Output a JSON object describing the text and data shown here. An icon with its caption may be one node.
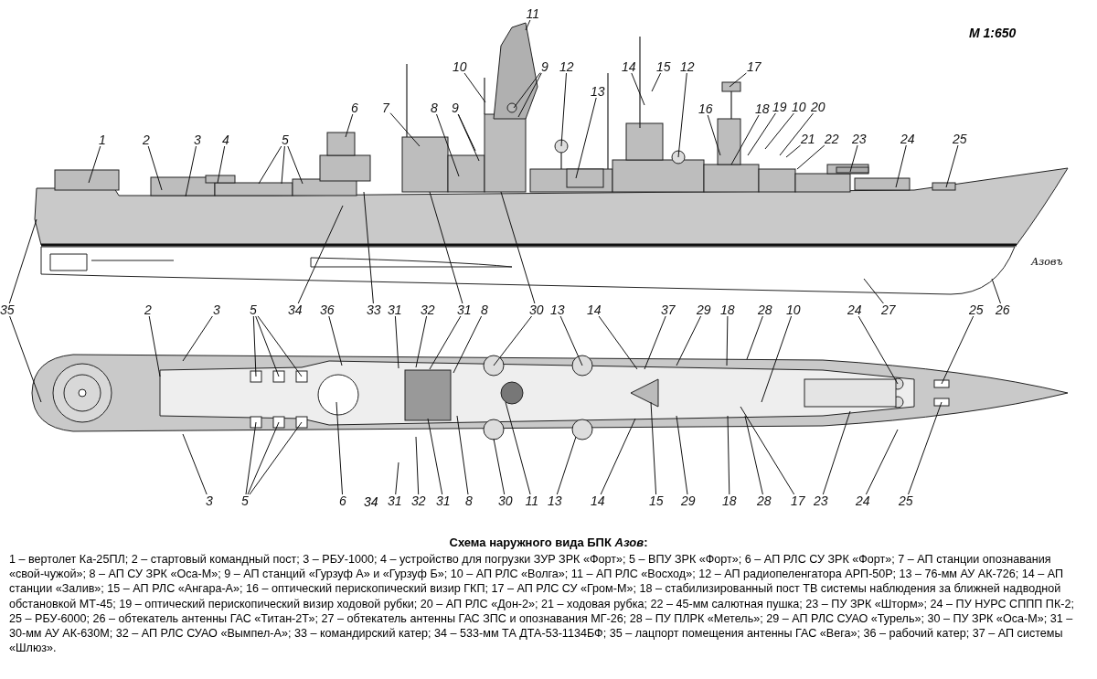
{
  "diagram": {
    "title": "Схема наружного вида БПК *Азов*:",
    "caption": "1 – вертолет Ка-25ПЛ; 2 – стартовый командный пост; 3 – РБУ-1000; 4 – устройство для погрузки ЗУР ЗРК «Форт»; 5 – ВПУ ЗРК «Форт»; 6 – АП РЛС СУ ЗРК «Форт»; 7 – АП станции опознавания «свой-чужой»; 8 – АП СУ ЗРК «Оса-М»; 9 – АП станций «Гурзуф А» и «Гурзуф Б»; 10 – АП РЛС «Волга»; 11 – АП РЛС «Восход»; 12 – АП радиопеленгатора АРП-50Р; 13 – 76-мм АУ АК-726; 14 – АП станции «Залив»; 15 – АП РЛС «Ангара-А»; 16 – оптический перископический визир ГКП; 17 – АП РЛС СУ «Гром-М»; 18 – стабилизированный пост ТВ системы наблюдения за ближней надводной обстановкой МТ-45; 19 – оптический перископический визир ходовой рубки; 20 – АП РЛС «Дон-2»; 21 – ходовая рубка; 22 – 45-мм салютная пушка; 23 – ПУ ЗРК «Шторм»; 24 – ПУ НУРС СППП ПК-2; 25 – РБУ-6000; 26 – обтекатель антенны ГАС «Титан-2Т»; 27 – обтекатель антенны ГАС ЗПС и опознавания МГ-26; 28 – ПУ ПЛРК «Метель»; 29 – АП РЛС СУАО «Турель»; 30 – ПУ ЗРК «Оса-М»; 31 – 30-мм АУ АК-630М; 32 – АП РЛС СУАО «Вымпел-А»; 33 – командирский катер; 34 – 533-мм ТА ДТА-53-1134БФ; 35 – лацпорт помещения  антенны ГАС «Вега»; 36 – рабочий катер; 37 – АП системы «Шлюз».",
    "nodes": [
      {
        "text": [
          "11"
        ]
      },
      {
        "text": [
          "10"
        ]
      },
      {
        "text": [
          "9"
        ]
      },
      {
        "text": [
          "12"
        ]
      },
      {
        "text": [
          "14"
        ]
      },
      {
        "text": [
          "15"
        ]
      },
      {
        "text": [
          "12"
        ]
      },
      {
        "text": [
          "17"
        ]
      },
      {
        "text": [
          "13"
        ]
      },
      {
        "text": [
          "6"
        ]
      },
      {
        "text": [
          "7"
        ]
      },
      {
        "text": [
          "8"
        ]
      },
      {
        "text": [
          "9"
        ]
      },
      {
        "text": [
          "16"
        ]
      },
      {
        "text": [
          "18"
        ]
      },
      {
        "text": [
          "19"
        ]
      },
      {
        "text": [
          "10"
        ]
      },
      {
        "text": [
          "20"
        ]
      },
      {
        "text": [
          "1"
        ]
      },
      {
        "text": [
          "2"
        ]
      },
      {
        "text": [
          "3"
        ]
      },
      {
        "text": [
          "4"
        ]
      },
      {
        "text": [
          "5"
        ]
      },
      {
        "text": [
          "21"
        ]
      },
      {
        "text": [
          "22"
        ]
      },
      {
        "text": [
          "23"
        ]
      },
      {
        "text": [
          "24"
        ]
      },
      {
        "text": [
          "25"
        ]
      },
      {
        "text": [
          "35"
        ]
      },
      {
        "text": [
          "2"
        ]
      },
      {
        "text": [
          "3"
        ]
      },
      {
        "text": [
          "5"
        ]
      },
      {
        "text": [
          "34"
        ]
      },
      {
        "text": [
          "36"
        ]
      },
      {
        "text": [
          "33"
        ]
      },
      {
        "text": [
          "31"
        ]
      },
      {
        "text": [
          "32"
        ]
      },
      {
        "text": [
          "31"
        ]
      },
      {
        "text": [
          "8"
        ]
      },
      {
        "text": [
          "30"
        ]
      },
      {
        "text": [
          "13"
        ]
      },
      {
        "text": [
          "14"
        ]
      },
      {
        "text": [
          "37"
        ]
      },
      {
        "text": [
          "29"
        ]
      },
      {
        "text": [
          "18"
        ]
      },
      {
        "text": [
          "28"
        ]
      },
      {
        "text": [
          "10"
        ]
      },
      {
        "text": [
          "24"
        ]
      },
      {
        "text": [
          "27"
        ]
      },
      {
        "text": [
          "25"
        ]
      },
      {
        "text": [
          "26"
        ]
      },
      {
        "text": [
          "3"
        ]
      },
      {
        "text": [
          "5"
        ]
      },
      {
        "text": [
          "6"
        ]
      },
      {
        "text": [
          "31"
        ]
      },
      {
        "text": [
          "32"
        ]
      },
      {
        "text": [
          "31"
        ]
      },
      {
        "text": [
          "8"
        ]
      },
      {
        "text": [
          "30"
        ]
      },
      {
        "text": [
          "11"
        ]
      },
      {
        "text": [
          "13"
        ]
      },
      {
        "text": [
          "14"
        ]
      },
      {
        "text": [
          "15"
        ]
      },
      {
        "text": [
          "29"
        ]
      },
      {
        "text": [
          "18"
        ]
      },
      {
        "text": [
          "28"
        ]
      },
      {
        "text": [
          "17"
        ]
      },
      {
        "text": [
          "23"
        ]
      },
      {
        "text": [
          "24"
        ]
      },
      {
        "text": [
          "25"
        ]
      }
    ],
    "edges": [
      {
        "from": 0,
        "to": null,
        "arrow": "none"
      },
      {
        "from": 1,
        "to": null,
        "arrow": "none"
      },
      {
        "from": 2,
        "to": null,
        "arrow": "none"
      },
      {
        "from": 2,
        "to": null,
        "arrow": "none"
      },
      {
        "from": 3,
        "to": null,
        "arrow": "none"
      },
      {
        "from": 4,
        "to": null,
        "arrow": "none"
      },
      {
        "from": 5,
        "to": null,
        "arrow": "none"
      },
      {
        "from": 6,
        "to": null,
        "arrow": "none"
      },
      {
        "from": 7,
        "to": null,
        "arrow": "none"
      },
      {
        "from": 8,
        "to": null,
        "arrow": "none"
      },
      {
        "from": 9,
        "to": null,
        "arrow": "none"
      },
      {
        "from": 10,
        "to": null,
        "arrow": "none"
      },
      {
        "from": 11,
        "to": null,
        "arrow": "none"
      },
      {
        "from": 12,
        "to": null,
        "arrow": "none"
      },
      {
        "from": 12,
        "to": null,
        "arrow": "none"
      },
      {
        "from": 13,
        "to": null,
        "arrow": "none"
      },
      {
        "from": 14,
        "to": null,
        "arrow": "none"
      },
      {
        "from": 15,
        "to": null,
        "arrow": "none"
      },
      {
        "from": 16,
        "to": null,
        "arrow": "none"
      },
      {
        "from": 17,
        "to": null,
        "arrow": "none"
      },
      {
        "from": 18,
        "to": null,
        "arrow": "none"
      },
      {
        "from": 19,
        "to": null,
        "arrow": "none"
      },
      {
        "from": 20,
        "to": null,
        "arrow": "none"
      },
      {
        "from": 21,
        "to": null,
        "arrow": "none"
      },
      {
        "from": 22,
        "to": null,
        "arrow": "none"
      },
      {
        "from": 22,
        "to": null,
        "arrow": "none"
      },
      {
        "from": 22,
        "to": null,
        "arrow": "none"
      },
      {
        "from": 23,
        "to": null,
        "arrow": "none"
      },
      {
        "from": 24,
        "to": null,
        "arrow": "none"
      },
      {
        "from": 25,
        "to": null,
        "arrow": "none"
      },
      {
        "from": 26,
        "to": null,
        "arrow": "none"
      },
      {
        "from": 27,
        "to": null,
        "arrow": "none"
      },
      {
        "from": 28,
        "to": null,
        "arrow": "none"
      },
      {
        "from": 28,
        "to": null,
        "arrow": "none"
      },
      {
        "from": 29,
        "to": null,
        "arrow": "none"
      },
      {
        "from": 30,
        "to": null,
        "arrow": "none"
      },
      {
        "from": 31,
        "to": null,
        "arrow": "none"
      },
      {
        "from": 31,
        "to": null,
        "arrow": "none"
      },
      {
        "from": 31,
        "to": null,
        "arrow": "none"
      },
      {
        "from": 32,
        "to": null,
        "arrow": "none"
      },
      {
        "from": 33,
        "to": null,
        "arrow": "none"
      },
      {
        "from": 34,
        "to": null,
        "arrow": "none"
      },
      {
        "from": 35,
        "to": null,
        "arrow": "none"
      },
      {
        "from": 36,
        "to": null,
        "arrow": "none"
      },
      {
        "from": 37,
        "to": null,
        "arrow": "none"
      },
      {
        "from": 37,
        "to": null,
        "arrow": "none"
      },
      {
        "from": 38,
        "to": null,
        "arrow": "none"
      },
      {
        "from": 39,
        "to": null,
        "arrow": "none"
      },
      {
        "from": 39,
        "to": null,
        "arrow": "none"
      },
      {
        "from": 40,
        "to": null,
        "arrow": "none"
      },
      {
        "from": 41,
        "to": null,
        "arrow": "none"
      },
      {
        "from": 42,
        "to": null,
        "arrow": "none"
      },
      {
        "from": 43,
        "to": null,
        "arrow": "none"
      },
      {
        "from": 44,
        "to": null,
        "arrow": "none"
      },
      {
        "from": 45,
        "to": null,
        "arrow": "none"
      },
      {
        "from": 46,
        "to": null,
        "arrow": "none"
      },
      {
        "from": 47,
        "to": null,
        "arrow": "none"
      },
      {
        "from": 48,
        "to": null,
        "arrow": "none"
      },
      {
        "from": 49,
        "to": null,
        "arrow": "none"
      },
      {
        "from": 50,
        "to": null,
        "arrow": "none"
      },
      {
        "from": 51,
        "to": null,
        "arrow": "none"
      },
      {
        "from": 52,
        "to": null,
        "arrow": "none"
      },
      {
        "from": 52,
        "to": null,
        "arrow": "none"
      },
      {
        "from": 52,
        "to": null,
        "arrow": "none"
      },
      {
        "from": 53,
        "to": null,
        "arrow": "none"
      },
      {
        "from": 54,
        "to": null,
        "arrow": "none"
      },
      {
        "from": 55,
        "to": null,
        "arrow": "none"
      },
      {
        "from": 56,
        "to": null,
        "arrow": "none"
      },
      {
        "from": 57,
        "to": null,
        "arrow": "none"
      },
      {
        "from": 58,
        "to": null,
        "arrow": "none"
      },
      {
        "from": 59,
        "to": null,
        "arrow": "none"
      },
      {
        "from": 60,
        "to": null,
        "arrow": "none"
      },
      {
        "from": 61,
        "to": null,
        "arrow": "none"
      },
      {
        "from": 62,
        "to": null,
        "arrow": "none"
      },
      {
        "from": 63,
        "to": null,
        "arrow": "none"
      },
      {
        "from": 64,
        "to": null,
        "arrow": "none"
      },
      {
        "from": 65,
        "to": null,
        "arrow": "none"
      },
      {
        "from": 66,
        "to": null,
        "arrow": "none"
      },
      {
        "from": 67,
        "to": null,
        "arrow": "none"
      },
      {
        "from": 68,
        "to": null,
        "arrow": "none"
      },
      {
        "from": 69,
        "to": null,
        "arrow": "none"
      }
    ],
    "labels": [
      "М 1:650",
      "Азовъ",
      "34"
    ]
  }
}
